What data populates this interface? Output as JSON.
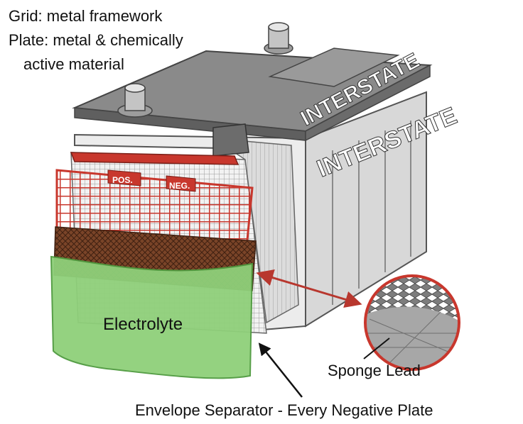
{
  "labels": {
    "grid": "Grid: metal framework",
    "plate_line1": "Plate: metal & chemically",
    "plate_line2": "active material",
    "electrolyte": "Electrolyte",
    "sponge_lead": "Sponge Lead",
    "separator": "Envelope Separator - Every Negative Plate"
  },
  "battery": {
    "brand": "INTERSTATE",
    "pos_tab": "POS.",
    "neg_tab": "NEG."
  },
  "colors": {
    "case_light": "#e3e3e3",
    "case_mid": "#bdbdbd",
    "case_dark": "#6f6f6f",
    "lid": "#7a7a7a",
    "grid_red": "#c8372d",
    "paste_brown": "#6b3a22",
    "electrolyte_green": "#8fd07a",
    "arrow_red": "#b8372e",
    "text": "#111111"
  }
}
